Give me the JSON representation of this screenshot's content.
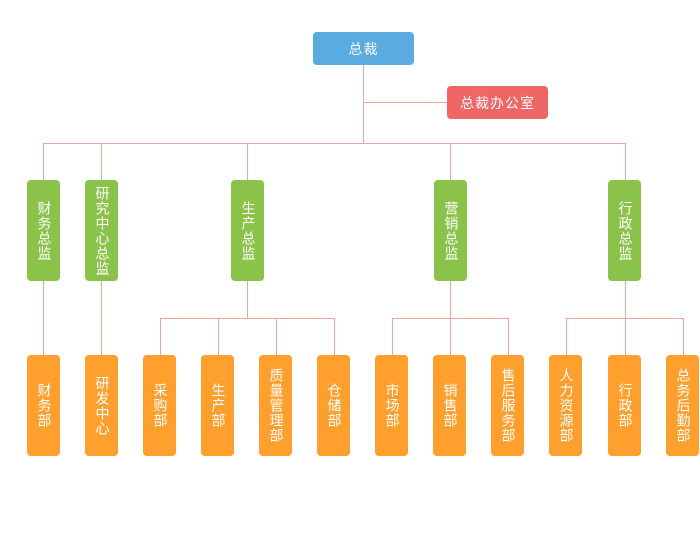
{
  "colors": {
    "ceo": "#5aabe0",
    "office": "#ee6666",
    "director": "#8bc34a",
    "department": "#ff9f2e",
    "connector": "#e8a6a6"
  },
  "root": {
    "label": "总裁"
  },
  "office": {
    "label": "总裁办公室"
  },
  "directors": [
    {
      "label": "财务总监"
    },
    {
      "label": "研究中心总监"
    },
    {
      "label": "生产总监"
    },
    {
      "label": "营销总监"
    },
    {
      "label": "行政总监"
    }
  ],
  "departments": [
    {
      "label": "财务部"
    },
    {
      "label": "研发中心"
    },
    {
      "label": "采购部"
    },
    {
      "label": "生产部"
    },
    {
      "label": "质量管理部"
    },
    {
      "label": "仓储部"
    },
    {
      "label": "市场部"
    },
    {
      "label": "销售部"
    },
    {
      "label": "售后服务部"
    },
    {
      "label": "人力资源部"
    },
    {
      "label": "行政部"
    },
    {
      "label": "总务后勤部"
    }
  ]
}
